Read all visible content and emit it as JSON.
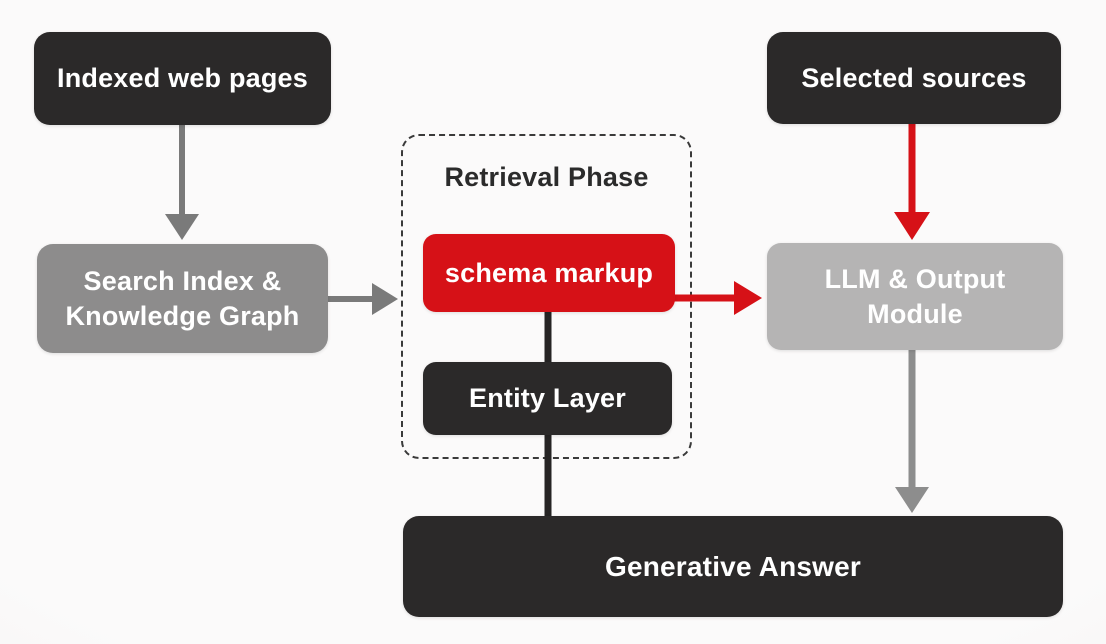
{
  "diagram": {
    "nodes": {
      "indexed_web_pages": {
        "label": "Indexed web pages"
      },
      "search_index": {
        "lines": [
          "Search Index &",
          "Knowledge Graph"
        ]
      },
      "retrieval_phase": {
        "title": "Retrieval Phase"
      },
      "schema_markup": {
        "label": "schema markup"
      },
      "entity_layer": {
        "label": "Entity Layer"
      },
      "selected_sources": {
        "label": "Selected sources"
      },
      "llm_output_module": {
        "lines": [
          "LLM & Output",
          "Module"
        ]
      },
      "generative_answer": {
        "label": "Generative Answer"
      }
    },
    "colors": {
      "dark_box": "#2b2929",
      "medium_gray_box": "#8d8c8c",
      "light_gray_box": "#b5b4b4",
      "red_accent": "#d61117",
      "gray_arrow": "#7a7a7a",
      "light_gray_arrow": "#8d8d8d",
      "black_connector": "#262424",
      "dashed_border": "#3a3a3a",
      "background": "#fbfafa",
      "text_light": "#ffffff",
      "text_dark": "#2b2b2b"
    }
  }
}
